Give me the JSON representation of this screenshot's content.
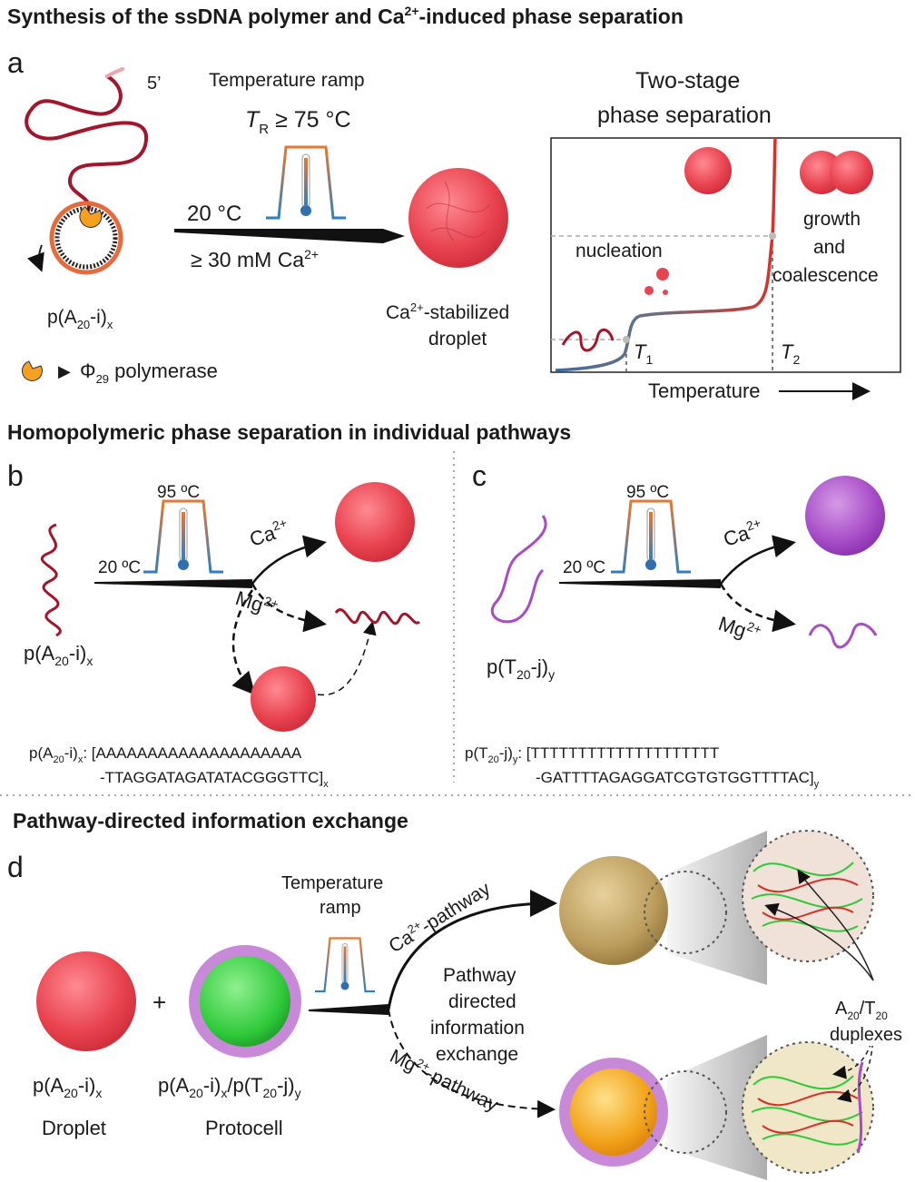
{
  "section1": {
    "title": "Synthesis of the ssDNA polymer and Ca2+-induced phase separation",
    "title_pre": "Synthesis of the ssDNA polymer and Ca",
    "title_sup": "2+",
    "title_post": "-induced phase separation"
  },
  "panel_a": {
    "letter": "a",
    "five_prime": "5’",
    "temp_ramp_label": "Temperature ramp",
    "tr_T": "T",
    "tr_sub": "R",
    "tr_rest": " ≥ 75 °C",
    "start_temp": "20 °C",
    "ca_conc_pre": "≥ 30 mM Ca",
    "ca_conc_sup": "2+",
    "polymer_pre": "p(A",
    "polymer_sub20": "20",
    "polymer_mid": "-i)",
    "polymer_subx": "x",
    "droplet_l1_pre": "Ca",
    "droplet_l1_sup": "2+",
    "droplet_l1_post": "-stabilized",
    "droplet_l2": "droplet",
    "legend_arrow": "▶",
    "legend_phi": "Φ",
    "legend_sub": "29",
    "legend_text": " polymerase",
    "plot_title_l1": "Two-stage",
    "plot_title_l2": "phase separation",
    "nucleation": "nucleation",
    "growth_l1": "growth",
    "growth_l2": "and",
    "growth_l3": "coalescence",
    "t1_T": "T",
    "t1_sub": "1",
    "t2_T": "T",
    "t2_sub": "2",
    "x_axis": "Temperature"
  },
  "section2": {
    "title": "Homopolymeric phase separation in individual pathways"
  },
  "panel_b": {
    "letter": "b",
    "high_temp": "95 ºC",
    "low_temp": "20 ºC",
    "ca": "Ca",
    "ca_sup": "2+",
    "mg": "Mg",
    "mg_sup": "2+",
    "polymer_pre": "p(A",
    "polymer_sub20": "20",
    "polymer_mid": "-i)",
    "polymer_subx": "x",
    "seq_pre": "p(A",
    "seq_sub20": "20",
    "seq_mid": "-i)",
    "seq_subx": "x",
    "seq_l1": ": [AAAAAAAAAAAAAAAAAAAA",
    "seq_l2": "-TTAGGATAGATATACGGGTTC]",
    "seq_l2_sub": "x"
  },
  "panel_c": {
    "letter": "c",
    "high_temp": "95 ºC",
    "low_temp": "20 ºC",
    "ca": "Ca",
    "ca_sup": "2+",
    "mg": "Mg",
    "mg_sup": "2+",
    "polymer_pre": "p(T",
    "polymer_sub20": "20",
    "polymer_mid": "-j)",
    "polymer_suby": "y",
    "seq_pre": "p(T",
    "seq_sub20": "20",
    "seq_mid": "-j)",
    "seq_suby": "y",
    "seq_l1": ": [TTTTTTTTTTTTTTTTTTTT",
    "seq_l2": "-GATTTTAGAGGATCGTGTGGTTTTAC]",
    "seq_l2_sub": "y"
  },
  "section3": {
    "title": "Pathway-directed information exchange"
  },
  "panel_d": {
    "letter": "d",
    "plus": "+",
    "droplet_polymer_pre": "p(A",
    "droplet_polymer_sub20": "20",
    "droplet_polymer_mid": "-i)",
    "droplet_polymer_subx": "x",
    "droplet_label": "Droplet",
    "proto_p1": "p(A",
    "proto_s1": "20",
    "proto_p2": "-i)",
    "proto_s2": "x",
    "proto_p3": "/p(T",
    "proto_s3": "20",
    "proto_p4": "-j)",
    "proto_s4": "y",
    "protocell_label": "Protocell",
    "ramp_l1": "Temperature",
    "ramp_l2": "ramp",
    "ca_pathway_pre": "Ca",
    "ca_pathway_sup": "2+",
    "ca_pathway_post": "-pathway",
    "mg_pathway_pre": "Mg",
    "mg_pathway_sup": "2+",
    "mg_pathway_post": "-pathway",
    "center_l1": "Pathway",
    "center_l2": "directed",
    "center_l3": "information",
    "center_l4": "exchange",
    "duplex_A": "A",
    "duplex_s1": "20",
    "duplex_slash": "/T",
    "duplex_s2": "20",
    "duplex_l2": "duplexes"
  },
  "colors": {
    "droplet_red": "#e8434f",
    "dna_red": "#a3152a",
    "dna_purple": "#a84bc4",
    "purple_droplet": "#9c3cc0",
    "green_core": "#2fc93a",
    "gold_droplet": "#b89a5a",
    "orange_core": "#f2a31a",
    "curve_blue": "#3c6ea0",
    "curve_red": "#d9302a",
    "ramp_orange": "#e8772c",
    "ramp_blue": "#2f7fc2"
  }
}
